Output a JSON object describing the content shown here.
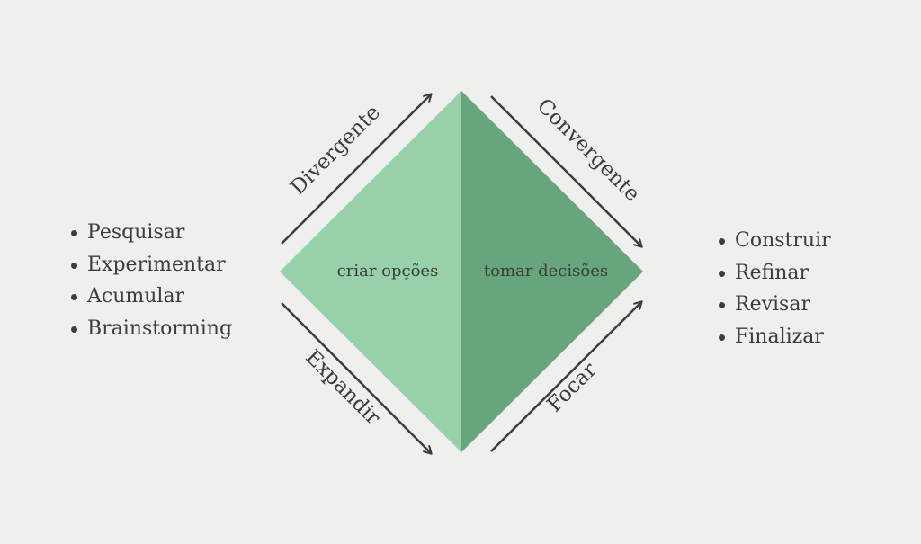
{
  "colors": {
    "background": "#efefed",
    "left_half": "#97d0a9",
    "right_half": "#67a57b",
    "text": "#3c3c3c"
  },
  "left_list": [
    "Pesquisar",
    "Experimentar",
    "Acumular",
    "Brainstorming"
  ],
  "right_list": [
    "Construir",
    "Refinar",
    "Revisar",
    "Finalizar"
  ],
  "diamond": {
    "left_label": "criar opções",
    "right_label": "tomar decisões"
  },
  "arrows": {
    "top_left": "Divergente",
    "top_right": "Convergente",
    "bottom_left": "Expandir",
    "bottom_right": "Focar"
  }
}
